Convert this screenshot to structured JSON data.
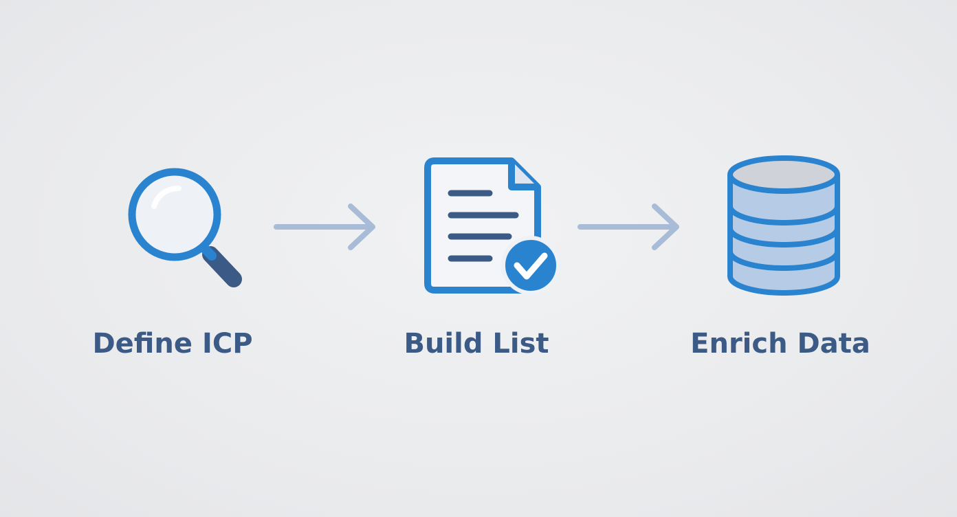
{
  "diagram": {
    "steps": [
      {
        "label": "Define ICP",
        "icon": "magnifying-glass-icon"
      },
      {
        "label": "Build List",
        "icon": "document-check-icon"
      },
      {
        "label": "Enrich Data",
        "icon": "database-icon"
      }
    ],
    "connectors": [
      "arrow-right-icon",
      "arrow-right-icon"
    ],
    "colors": {
      "primary_blue": "#2a83cf",
      "dark_navy": "#3b5a85",
      "arrow": "#a8bcd8",
      "fill_light": "#f3f5f8",
      "db_fill": "#b6cbe6",
      "db_top": "#cfd3d9"
    }
  }
}
